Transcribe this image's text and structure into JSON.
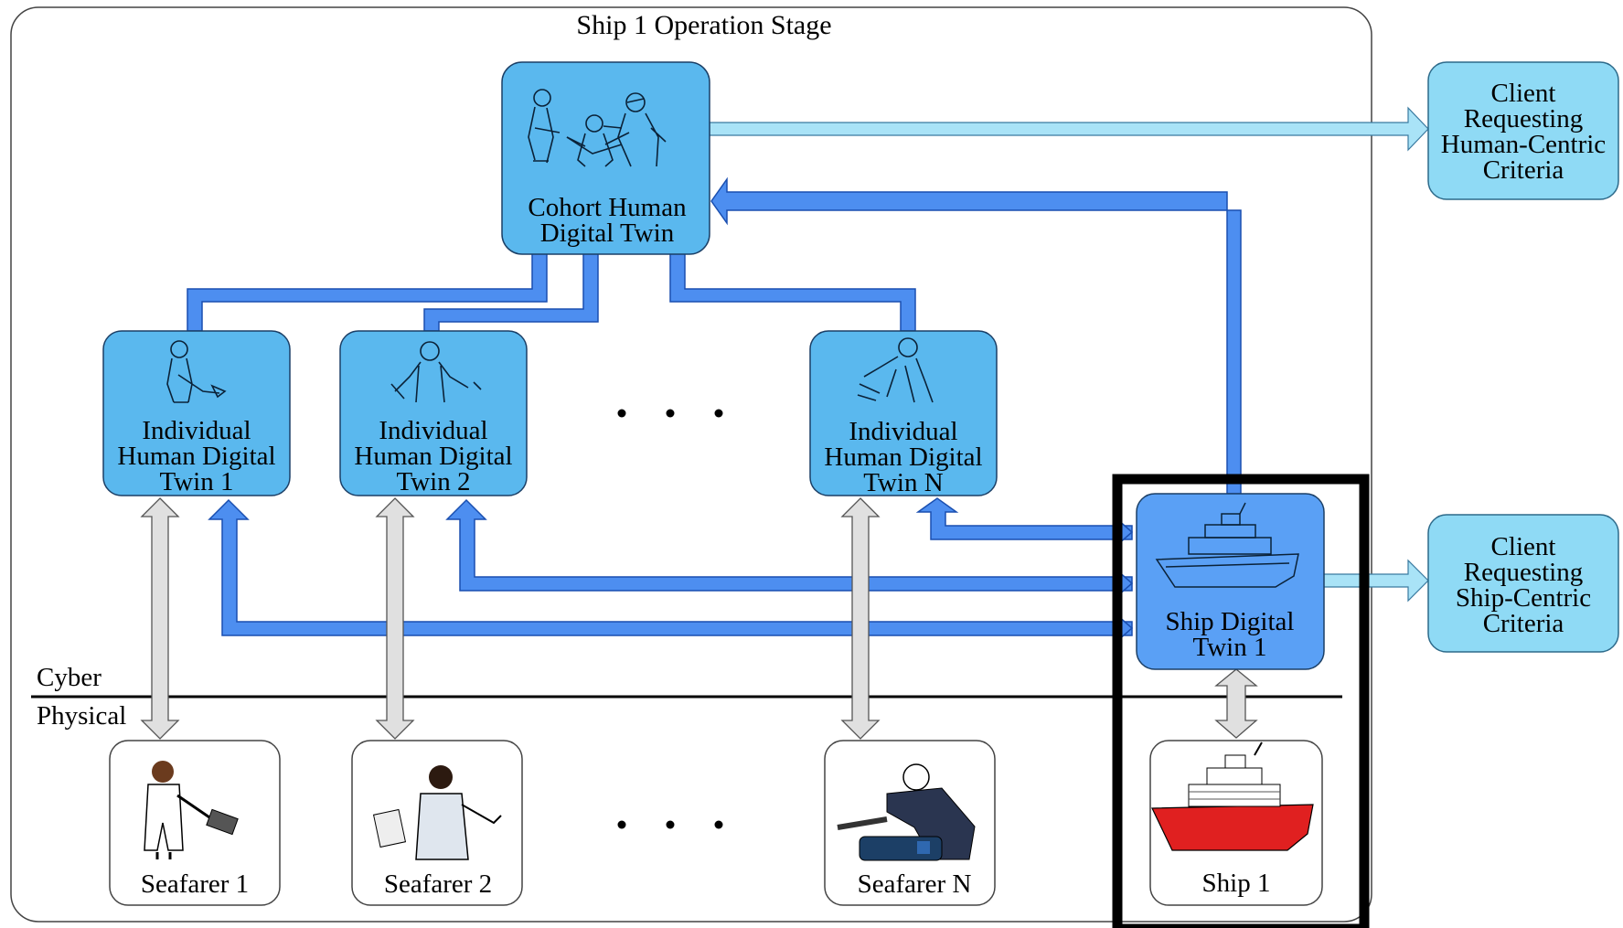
{
  "stage": {
    "title": "Ship 1 Operation Stage"
  },
  "cohort": {
    "line1": "Cohort Human",
    "line2": "Digital Twin"
  },
  "individuals": [
    {
      "line1": "Individual",
      "line2": "Human Digital",
      "line3": "Twin 1"
    },
    {
      "line1": "Individual",
      "line2": "Human Digital",
      "line3": "Twin 2"
    },
    {
      "line1": "Individual",
      "line2": "Human Digital",
      "line3": "Twin N"
    }
  ],
  "ship_twin": {
    "line1": "Ship Digital",
    "line2": "Twin 1"
  },
  "clients": {
    "human": {
      "line1": "Client",
      "line2": "Requesting",
      "line3": "Human-Centric",
      "line4": "Criteria"
    },
    "ship": {
      "line1": "Client",
      "line2": "Requesting",
      "line3": "Ship-Centric",
      "line4": "Criteria"
    }
  },
  "layers": {
    "cyber": "Cyber",
    "physical": "Physical"
  },
  "physical": {
    "seafarer1": "Seafarer 1",
    "seafarer2": "Seafarer 2",
    "seafarerN": "Seafarer N",
    "ship1": "Ship 1"
  },
  "icons": {
    "cohort": "group-of-people-icon",
    "individual": "person-icon",
    "ship": "ship-icon"
  },
  "colors": {
    "twin_box": "#5ab8ee",
    "ship_twin_box": "#5aa0f5",
    "client_box": "#8fdaf5",
    "arrow_blue": "#4d8ef0",
    "arrow_light": "#a9e3f7",
    "arrow_gray": "#e0e0e0",
    "ship_hull": "#e02020"
  }
}
